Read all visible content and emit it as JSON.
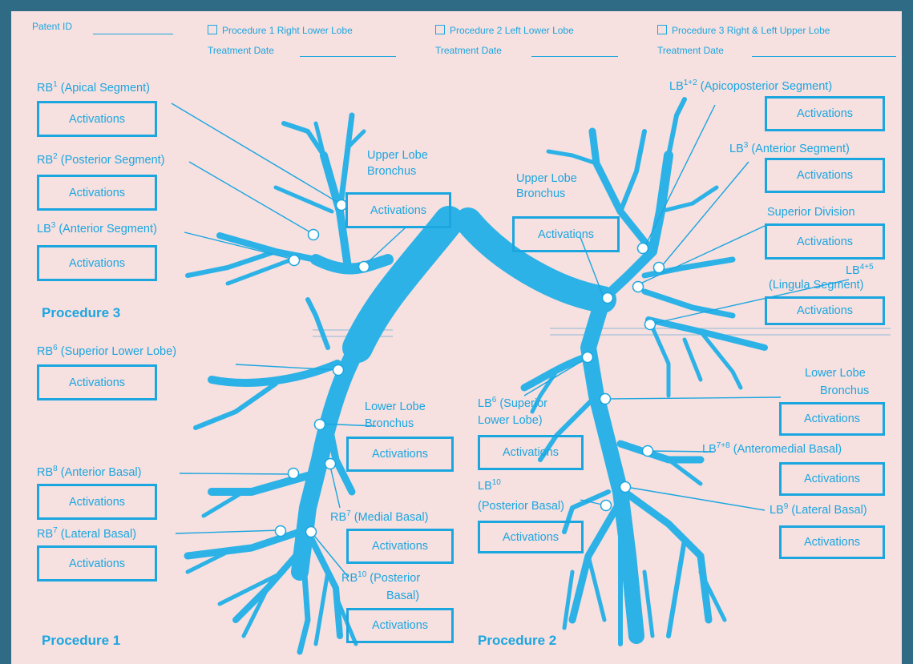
{
  "header": {
    "patient_id_label": "Patent ID",
    "proc1": "Procedure 1 Right Lower Lobe",
    "proc2": "Procedure 2 Left Lower Lobe",
    "proc3": "Procedure 3 Right & Left Upper Lobe",
    "treatment_date": "Treatment Date"
  },
  "activations_label": "Activations",
  "right": {
    "rb1": {
      "pre": "RB",
      "sup": "1",
      "post": " (Apical Segment)"
    },
    "rb2": {
      "pre": "RB",
      "sup": "2",
      "post": " (Posterior Segment)"
    },
    "lb3": {
      "pre": "LB",
      "sup": "3",
      "post": " (Anterior Segment)"
    },
    "upper_lobe_1": "Upper Lobe",
    "upper_lobe_2": "Bronchus",
    "rb6": {
      "pre": "RB",
      "sup": "6",
      "post": " (Superior Lower Lobe)"
    },
    "lower_lobe_1": "Lower Lobe",
    "lower_lobe_2": "Bronchus",
    "rb8": {
      "pre": "RB",
      "sup": "8",
      "post": " (Anterior Basal)"
    },
    "rb7_medial": {
      "pre": "RB",
      "sup": "7",
      "post": " (Medial Basal)"
    },
    "rb7_lateral": {
      "pre": "RB",
      "sup": "7",
      "post": " (Lateral Basal)"
    },
    "rb10_1": {
      "pre": "RB",
      "sup": "10",
      "post": " (Posterior"
    },
    "rb10_2": "Basal)"
  },
  "left": {
    "lb12": {
      "pre": "LB",
      "sup": "1+2",
      "post": " (Apicoposterior Segment)"
    },
    "lb3": {
      "pre": "LB",
      "sup": "3",
      "post": " (Anterior Segment)"
    },
    "upper_lobe_1": "Upper Lobe",
    "upper_lobe_2": "Bronchus",
    "superior_division": "Superior Division",
    "lb45_1": {
      "pre": "LB",
      "sup": "4+5",
      "post": ""
    },
    "lb45_2": "(Lingula Segment)",
    "lower_lobe_1": "Lower Lobe",
    "lower_lobe_2": "Bronchus",
    "lb6_1": {
      "pre": "LB",
      "sup": "6",
      "post": " (Superior"
    },
    "lb6_2": "Lower Lobe)",
    "lb78": {
      "pre": "LB",
      "sup": "7+8",
      "post": " (Anteromedial Basal)"
    },
    "lb10_1": {
      "pre": "LB",
      "sup": "10",
      "post": ""
    },
    "lb10_2": "(Posterior Basal)",
    "lb9": {
      "pre": "LB",
      "sup": "9",
      "post": " (Lateral Basal)"
    }
  },
  "procedures": {
    "p1": "Procedure 1",
    "p2": "Procedure 2",
    "p3": "Procedure 3"
  },
  "colors": {
    "accent": "#1ba6e0",
    "background": "#f6e0e0",
    "frame": "#2f6b84",
    "bronchi": "#2cb2e6"
  }
}
